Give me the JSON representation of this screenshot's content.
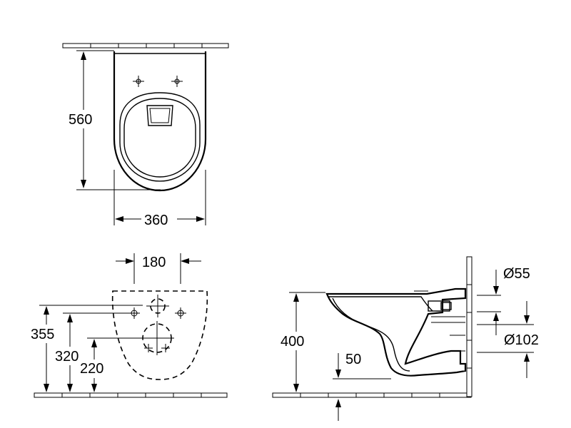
{
  "top_view": {
    "depth_label": "560",
    "width_label": "360"
  },
  "front_view": {
    "hole_spacing_label": "180",
    "height_355_label": "355",
    "height_320_label": "320",
    "height_220_label": "220"
  },
  "side_view": {
    "height_label": "400",
    "offset_label": "50",
    "inlet_diameter_label": "Ø55",
    "outlet_diameter_label": "Ø102"
  }
}
